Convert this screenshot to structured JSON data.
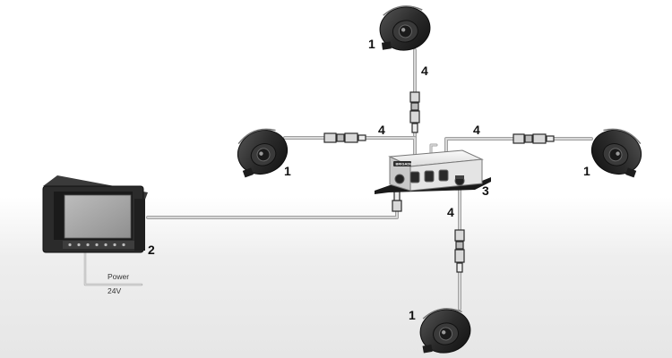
{
  "labels": {
    "camera": "1",
    "monitor": "2",
    "control_box": "3",
    "cable": "4",
    "power": "Power",
    "voltage": "24V",
    "brand": "BRIGADE"
  },
  "colors": {
    "cable": "#cfcfcf",
    "cable_edge": "#9a9a9a",
    "device_dark": "#2a2a2a",
    "box_body": "#e9e9e9",
    "screen": "#a9a9a9"
  }
}
